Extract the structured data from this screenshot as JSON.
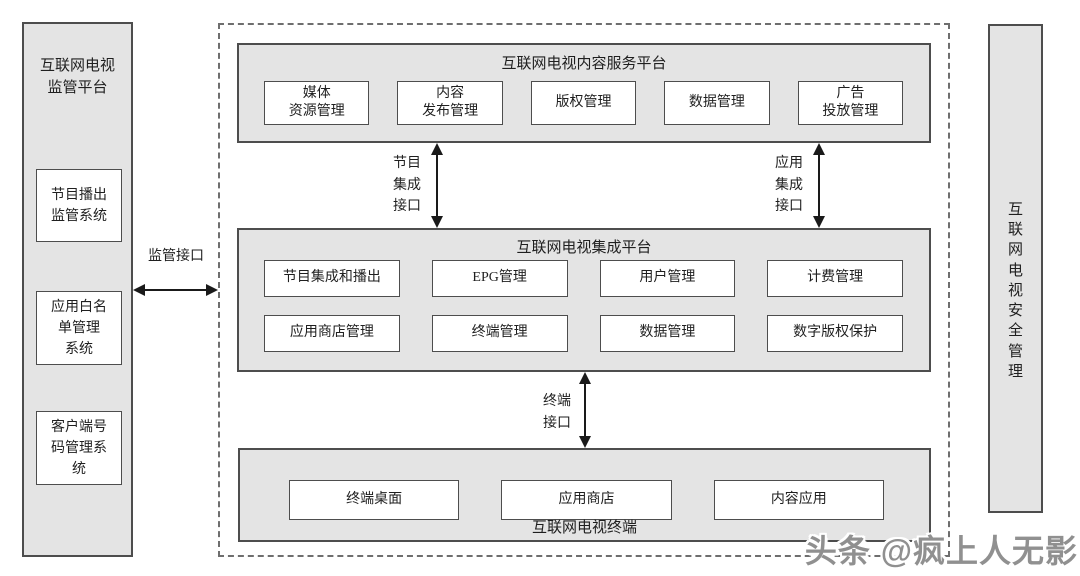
{
  "colors": {
    "panel_fill": "#e4e4e4",
    "box_fill": "#ffffff",
    "border": "#4d4d4d",
    "dashed_border": "#6e6e6e",
    "text": "#1f1f1f",
    "arrow": "#1a1a1a",
    "watermark": "#909090"
  },
  "supervision_panel": {
    "title": "互联网电视\n监管平台",
    "systems": [
      "节目播出\n监管系统",
      "应用白名\n单管理\n系统",
      "客户端号\n码管理系\n统"
    ]
  },
  "content_service_platform": {
    "title": "互联网电视内容服务平台",
    "modules": [
      "媒体\n资源管理",
      "内容\n发布管理",
      "版权管理",
      "数据管理",
      "广告\n投放管理"
    ]
  },
  "integration_platform": {
    "title": "互联网电视集成平台",
    "modules_row1": [
      "节目集成和播出",
      "EPG管理",
      "用户管理",
      "计费管理"
    ],
    "modules_row2": [
      "应用商店管理",
      "终端管理",
      "数据管理",
      "数字版权保护"
    ]
  },
  "terminal_platform": {
    "title": "互联网电视终端",
    "modules": [
      "终端桌面",
      "应用商店",
      "内容应用"
    ]
  },
  "security_panel": {
    "title": "互联网电视安全管理"
  },
  "interfaces": {
    "supervision": "监管接口",
    "program_integration": "节目\n集成\n接口",
    "app_integration": "应用\n集成\n接口",
    "terminal": "终端\n接口"
  },
  "watermark": "头条 @疯上人无影"
}
